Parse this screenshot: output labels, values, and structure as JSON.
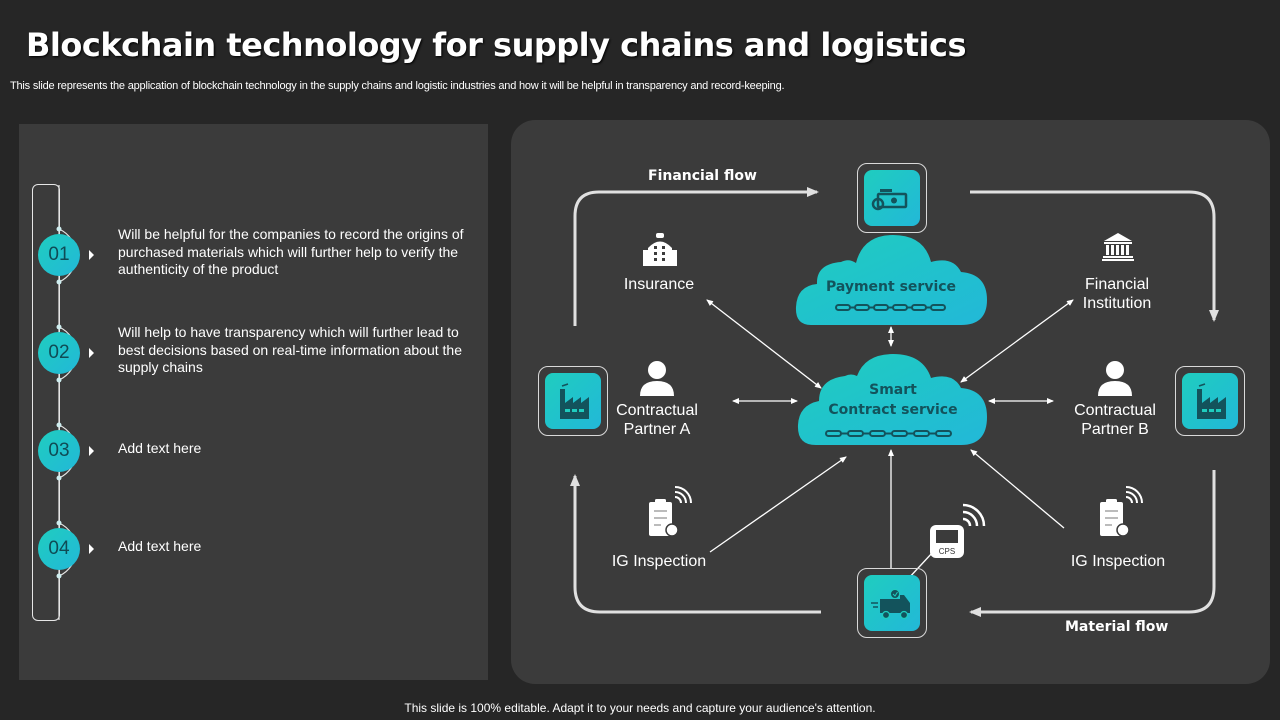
{
  "header": {
    "title": "Blockchain technology for supply chains and logistics",
    "subtitle": "This slide represents the application of blockchain technology in the supply chains and logistic industries and how it will be helpful in transparency and record-keeping."
  },
  "steps": [
    {
      "number": "01",
      "text": "Will be helpful for the companies to record the origins of purchased materials which will further help to verify the authenticity of the product"
    },
    {
      "number": "02",
      "text": "Will help to have transparency which will further lead to best decisions based on real-time information about the supply chains"
    },
    {
      "number": "03",
      "text": "Add text here"
    },
    {
      "number": "04",
      "text": "Add text here"
    }
  ],
  "diagram": {
    "financial_flow_label": "Financial flow",
    "material_flow_label": "Material flow",
    "payment_service": "Payment service",
    "smart_contract_line1": "Smart",
    "smart_contract_line2": "Contract service",
    "insurance": "Insurance",
    "financial_institution_line1": "Financial",
    "financial_institution_line2": "Institution",
    "partner_a_line1": "Contractual",
    "partner_a_line2": "Partner A",
    "partner_b_line1": "Contractual",
    "partner_b_line2": "Partner B",
    "ig_inspection_left": "IG Inspection",
    "ig_inspection_right": "IG Inspection",
    "gps_device_label": "CPS",
    "icons": {
      "payment": "money-icon",
      "factory_a": "factory-icon",
      "factory_b": "factory-icon",
      "delivery": "delivery-truck-icon",
      "insurance": "building-icon",
      "bank": "bank-icon",
      "partner": "user-icon",
      "inspection": "clipboard-checklist-icon",
      "gps": "gps-device-icon"
    }
  },
  "colors": {
    "background": "#262626",
    "panel": "#3b3b3b",
    "accent_start": "#1fcdbf",
    "accent_end": "#22b8d8",
    "accent_text": "#13535c"
  },
  "footer": {
    "text": "This slide is 100% editable. Adapt it to your needs and capture your audience's attention."
  }
}
